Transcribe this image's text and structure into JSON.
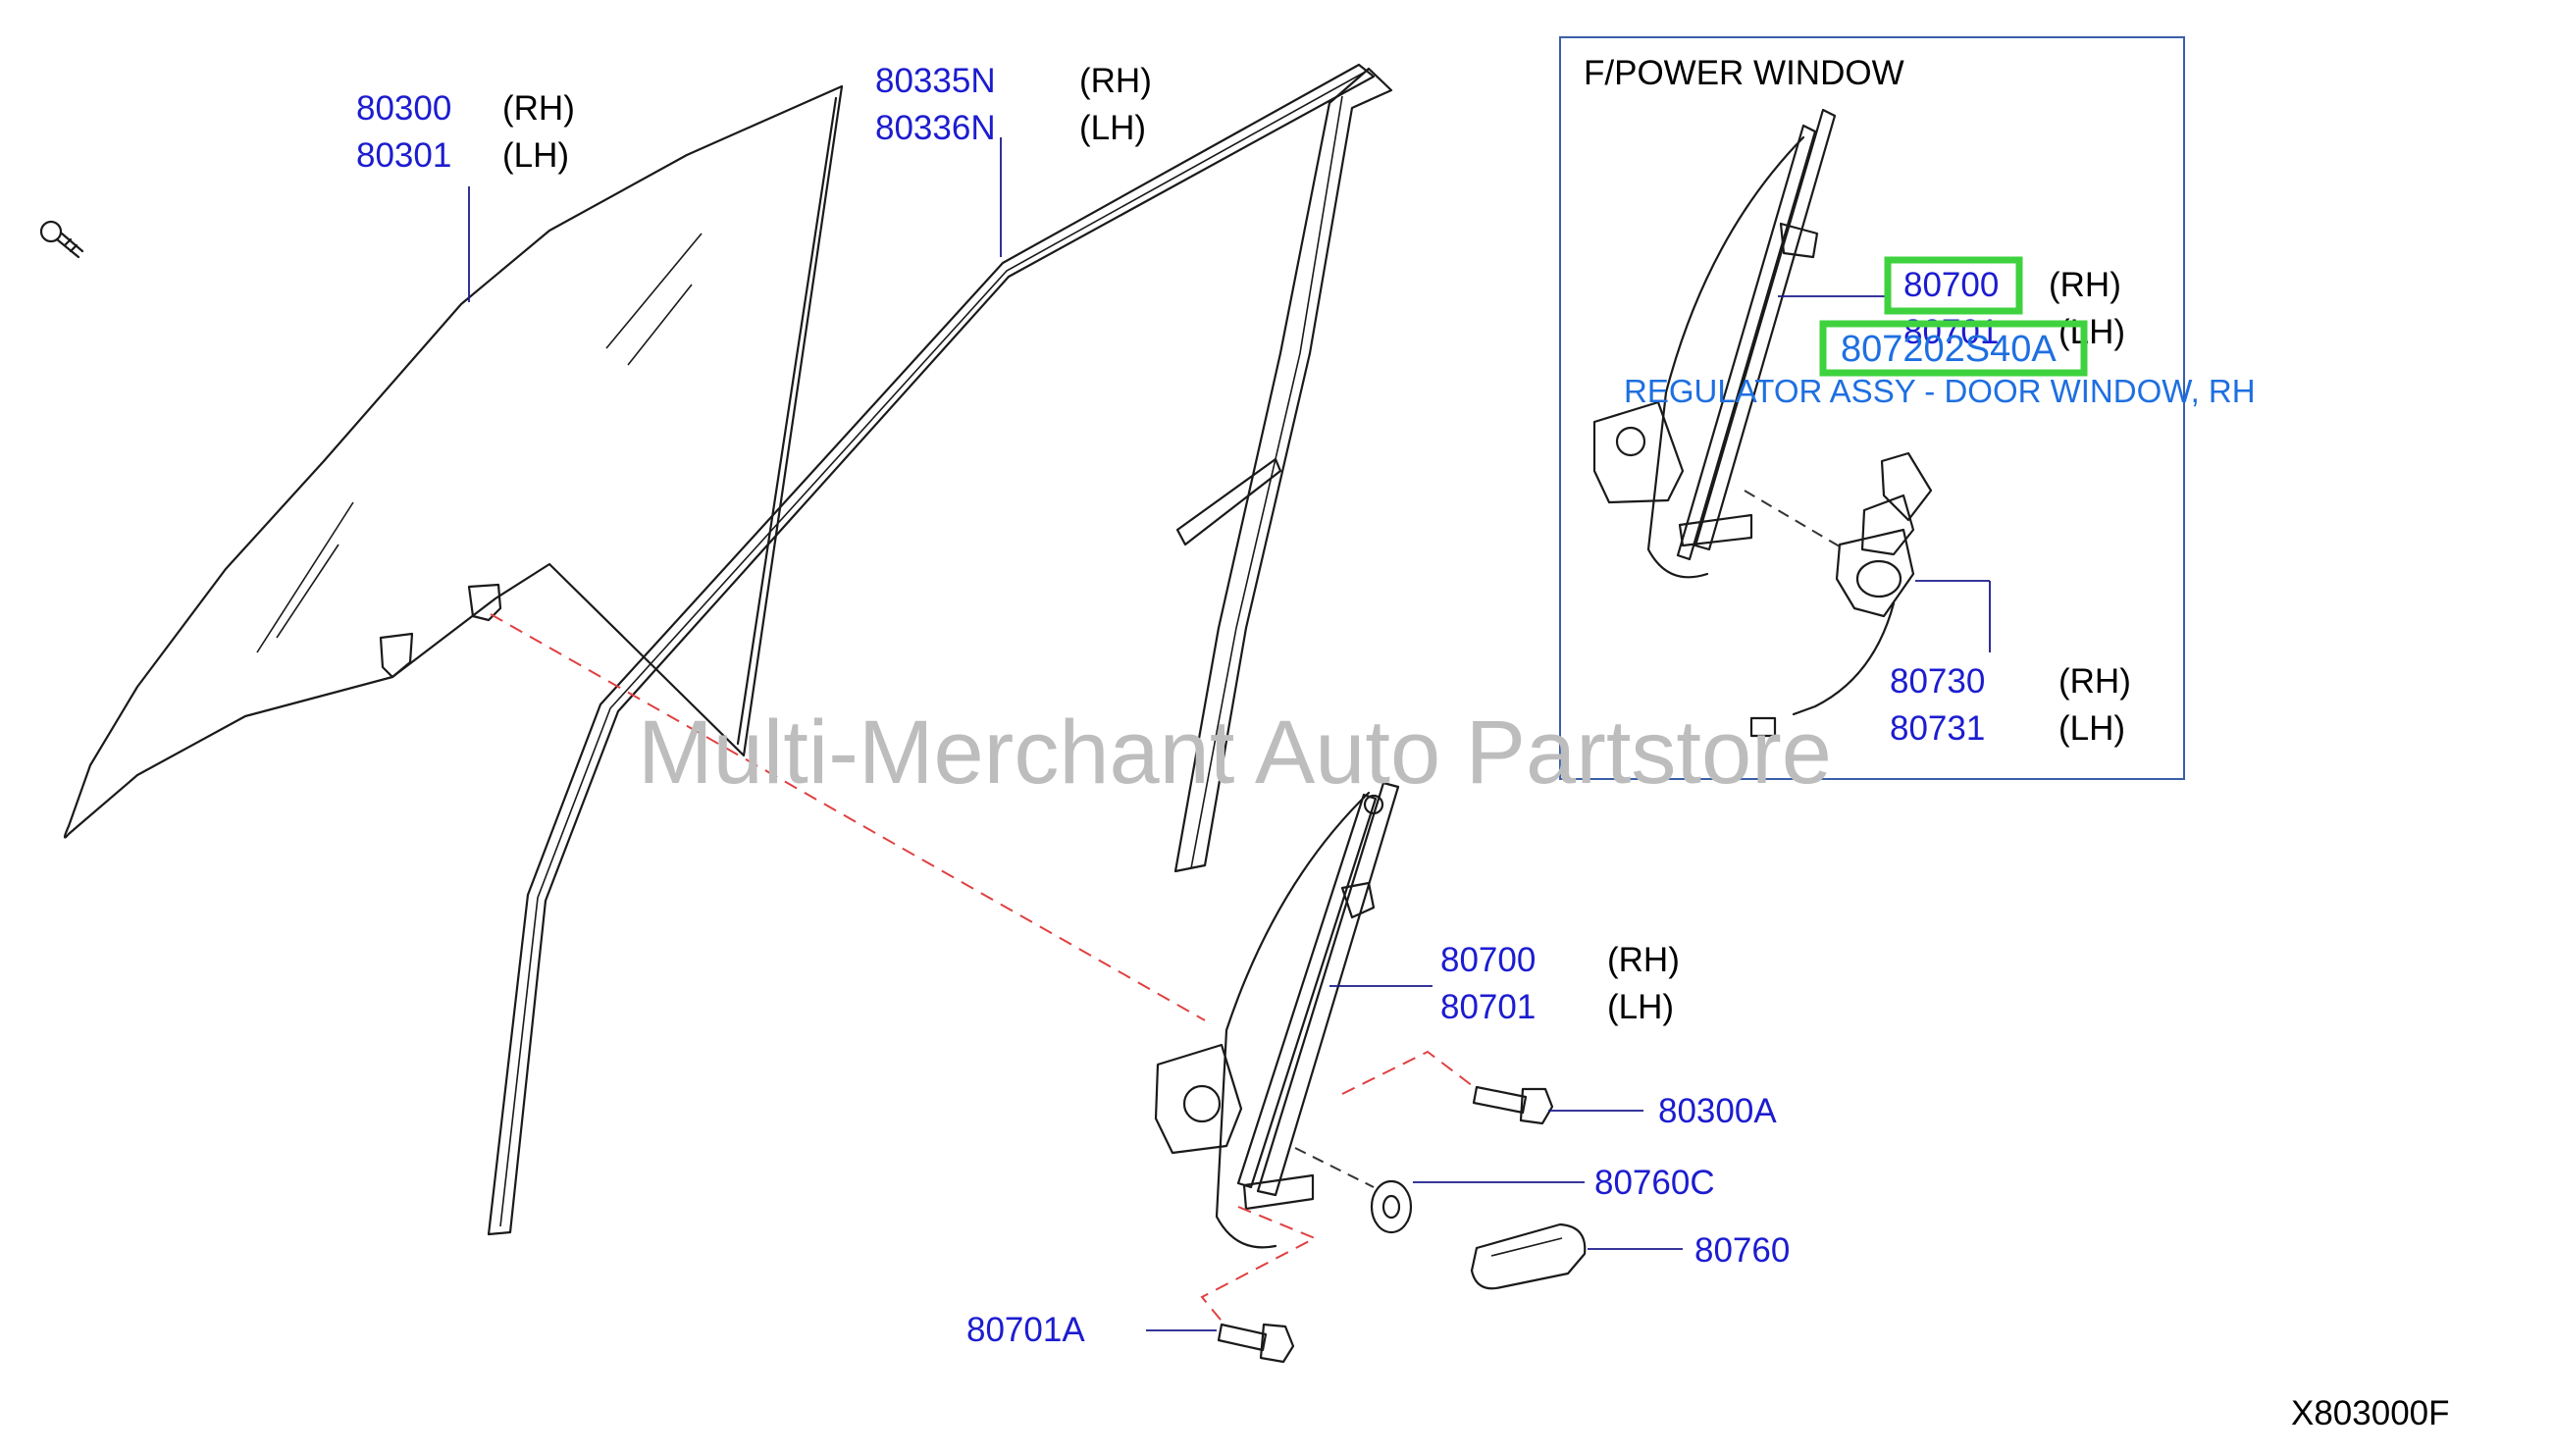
{
  "labels": {
    "glass_rh_num": "80300",
    "glass_rh_side": "(RH)",
    "glass_lh_num": "80301",
    "glass_lh_side": "(LH)",
    "run_rh_num": "80335N",
    "run_rh_side": "(RH)",
    "run_lh_num": "80336N",
    "run_lh_side": "(LH)",
    "reg_rh_num": "80700",
    "reg_rh_side": "(RH)",
    "reg_lh_num": "80701",
    "reg_lh_side": "(LH)",
    "bolt_a": "80300A",
    "washer": "80760C",
    "handle": "80760",
    "bolt_b": "80701A",
    "diagram_code": "X803000F"
  },
  "inset": {
    "title": "F/POWER  WINDOW",
    "reg_rh_num": "80700",
    "reg_rh_side": "(RH)",
    "reg_lh_num": "80701",
    "reg_lh_side": "(LH)",
    "selected_part": "807202S40A",
    "selected_desc": "REGULATOR ASSY - DOOR WINDOW, RH",
    "motor_rh_num": "80730",
    "motor_rh_side": "(RH)",
    "motor_lh_num": "80731",
    "motor_lh_side": "(LH)"
  },
  "watermark": "Multi-Merchant Auto Partstore",
  "colors": {
    "part_number": "#1c1cd0",
    "selected": "#1e6fe0",
    "highlight": "#3fd23f",
    "inset_border": "#3a5fa8",
    "guide_dash": "#e04040"
  }
}
